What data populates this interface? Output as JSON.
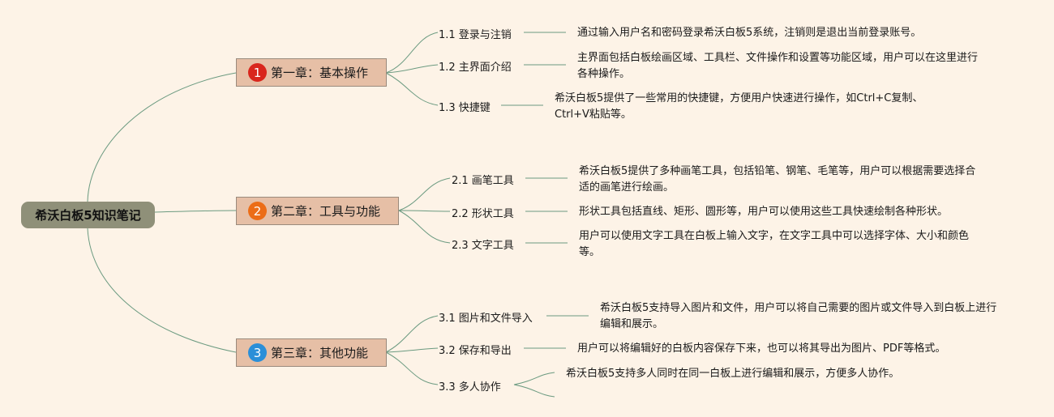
{
  "root": {
    "label": "希沃白板5知识笔记"
  },
  "colors": {
    "line": "#6b9a80",
    "background": "#fdf3e7",
    "root": "#8f9079",
    "chapter_fill": "#e6bfa6",
    "badge_1": "#d9261c",
    "badge_2": "#ec6d17",
    "badge_3": "#2b8fd8"
  },
  "chapters": [
    {
      "num": "1",
      "label": "第一章：基本操作",
      "sections": [
        {
          "label": "1.1 登录与注销",
          "desc": "通过输入用户名和密码登录希沃白板5系统，注销则是退出当前登录账号。"
        },
        {
          "label": "1.2 主界面介绍",
          "desc": "主界面包括白板绘画区域、工具栏、文件操作和设置等功能区域，用户可以在这里进行各种操作。"
        },
        {
          "label": "1.3 快捷键",
          "desc": "希沃白板5提供了一些常用的快捷键，方便用户快速进行操作，如Ctrl+C复制、Ctrl+V粘贴等。"
        }
      ]
    },
    {
      "num": "2",
      "label": "第二章：工具与功能",
      "sections": [
        {
          "label": "2.1 画笔工具",
          "desc": "希沃白板5提供了多种画笔工具，包括铅笔、钢笔、毛笔等，用户可以根据需要选择合适的画笔进行绘画。"
        },
        {
          "label": "2.2 形状工具",
          "desc": "形状工具包括直线、矩形、圆形等，用户可以使用这些工具快速绘制各种形状。"
        },
        {
          "label": "2.3 文字工具",
          "desc": "用户可以使用文字工具在白板上输入文字，在文字工具中可以选择字体、大小和颜色等。"
        }
      ]
    },
    {
      "num": "3",
      "label": "第三章：其他功能",
      "sections": [
        {
          "label": "3.1 图片和文件导入",
          "desc": "希沃白板5支持导入图片和文件，用户可以将自己需要的图片或文件导入到白板上进行编辑和展示。"
        },
        {
          "label": "3.2 保存和导出",
          "desc": "用户可以将编辑好的白板内容保存下来，也可以将其导出为图片、PDF等格式。"
        },
        {
          "label": "3.3 多人协作",
          "desc": "希沃白板5支持多人同时在同一白板上进行编辑和展示，方便多人协作。"
        }
      ]
    }
  ]
}
